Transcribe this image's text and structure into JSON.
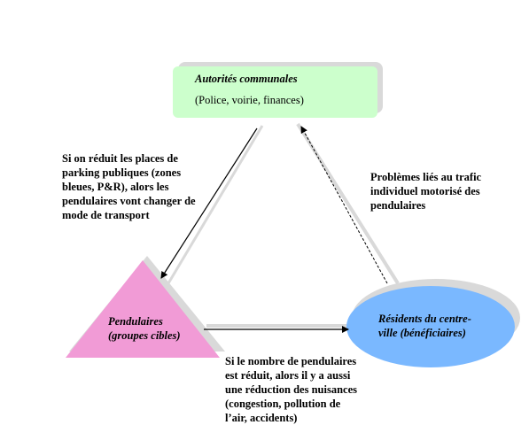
{
  "nodes": {
    "authorities": {
      "title": "Autorités communales",
      "subtitle": "(Police, voirie, finances)"
    },
    "commuters": {
      "lines": [
        "Pendulaires",
        "(groupes cibles)"
      ]
    },
    "residents": {
      "lines": [
        "Résidents du centre-",
        "ville (bénéficiaires)"
      ]
    }
  },
  "edges": {
    "authorities_to_commuters": {
      "lines": [
        "Si on réduit les places de",
        "parking publiques (zones",
        "bleues, P&R), alors les",
        "pendulaires vont changer de",
        "mode de transport"
      ]
    },
    "residents_to_authorities": {
      "lines": [
        "Problèmes liés au trafic",
        "individuel motorisé des",
        "pendulaires"
      ]
    },
    "commuters_to_residents": {
      "lines": [
        "Si le nombre de pendulaires",
        "est réduit, alors il y a aussi",
        "une réduction des nuisances",
        "(congestion, pollution de",
        "l’air, accidents)"
      ]
    }
  },
  "colors": {
    "authorities_fill": "#ccffcc",
    "commuters_fill": "#f19bd6",
    "residents_fill": "#7ab8ff",
    "shadow": "#d9d9d9"
  }
}
